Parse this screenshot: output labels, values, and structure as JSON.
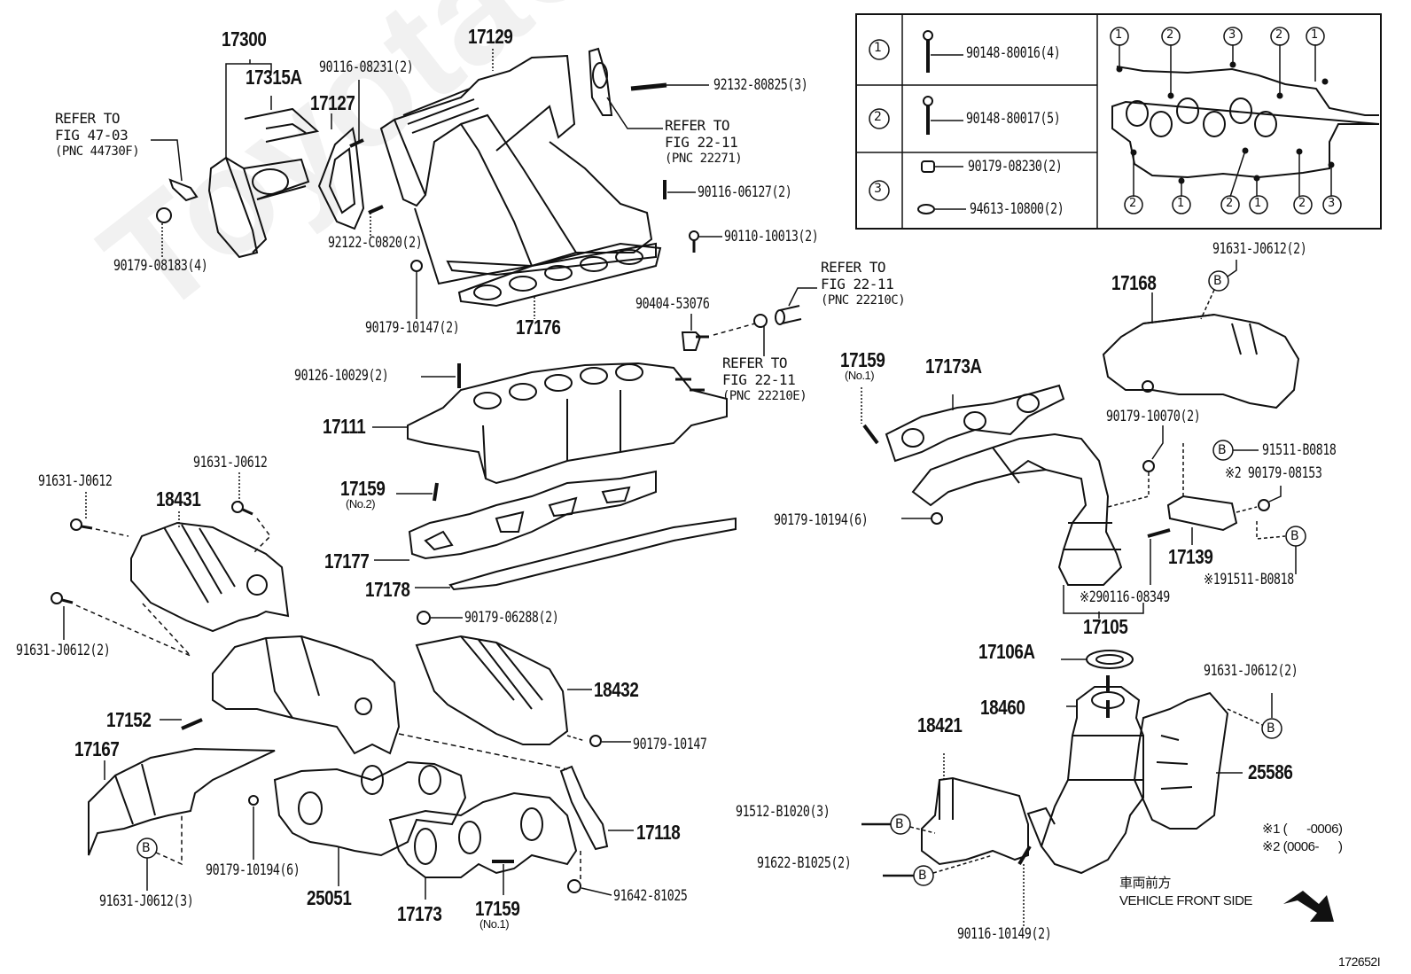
{
  "watermark": "ToyotaCarMine",
  "figure_id": "172652I",
  "direction": {
    "japanese": "車両前方",
    "english": "VEHICLE FRONT SIDE"
  },
  "notes": [
    {
      "mark": "※1",
      "range": "(      -0006)"
    },
    {
      "mark": "※2",
      "range": "(0006-      )"
    }
  ],
  "bolt_legend": {
    "rows": [
      {
        "key": "1",
        "parts": [
          "90148-80016(4)"
        ]
      },
      {
        "key": "2",
        "parts": [
          "90148-80017(5)"
        ]
      },
      {
        "key": "3",
        "parts": [
          "90179-08230(2)",
          "94613-10800(2)"
        ]
      }
    ],
    "gasket_top_callouts": [
      "1",
      "2",
      "3",
      "2",
      "1"
    ],
    "gasket_bottom_callouts": [
      "2",
      "1",
      "2",
      "1",
      "2",
      "3"
    ]
  },
  "labels": {
    "p17300": "17300",
    "p17315A": "17315A",
    "refer_47_03": {
      "line1": "REFER TO",
      "line2": "FIG 47-03",
      "line3": "(PNC 44730F)"
    },
    "p90179_08183": "90179-08183(4)",
    "p17127": "17127",
    "p90116_08231": "90116-08231(2)",
    "p92122_C0820": "92122-C0820(2)",
    "p17129": "17129",
    "p92132_80825": "92132-80825(3)",
    "refer_22271": {
      "line1": "REFER TO",
      "line2": "FIG 22-11",
      "line3": "(PNC 22271)"
    },
    "p90116_06127": "90116-06127(2)",
    "p90110_10013": "90110-10013(2)",
    "p90179_10147_2": "90179-10147(2)",
    "p17176": "17176",
    "p90404_53076": "90404-53076",
    "refer_22210C": {
      "line1": "REFER TO",
      "line2": "FIG 22-11",
      "line3": "(PNC 22210C)"
    },
    "refer_22210E": {
      "line1": "REFER TO",
      "line2": "FIG 22-11",
      "line3": "(PNC 22210E)"
    },
    "p90126_10029": "90126-10029(2)",
    "p17111": "17111",
    "p17159_no2": "17159",
    "p17159_no2_sub": "(No.2)",
    "p17177": "17177",
    "p17178": "17178",
    "p90179_06288": "90179-06288(2)",
    "p91631_J0612_a": "91631-J0612",
    "p91631_J0612_b": "91631-J0612",
    "p18431": "18431",
    "p91631_J0612_2a": "91631-J0612(2)",
    "p17152": "17152",
    "p18432": "18432",
    "p90179_10147": "90179-10147",
    "p17167": "17167",
    "p90179_10194_b": "90179-10194(6)",
    "p25051": "25051",
    "p17173": "17173",
    "p17159_no1_b": "17159",
    "p17159_no1_b_sub": "(No.1)",
    "p17118": "17118",
    "p91642_81025": "91642-81025",
    "p91631_J0612_3": "91631-J0612(3)",
    "p17159_no1_a": "17159",
    "p17159_no1_a_sub": "(No.1)",
    "p17173A": "17173A",
    "p90179_10194_a": "90179-10194(6)",
    "p91631_J0612_2b": "91631-J0612(2)",
    "p17168": "17168",
    "p90179_10070": "90179-10070(2)",
    "p91511_B0818_a": "91511-B0818",
    "p90179_08153": "※2 90179-08153",
    "p17139": "17139",
    "p91511_B0818_b": "※191511-B0818",
    "p90116_08349": "※290116-08349",
    "p17105": "17105",
    "p17106A": "17106A",
    "p18460": "18460",
    "p91631_J0612_2c": "91631-J0612(2)",
    "p25586": "25586",
    "p18421": "18421",
    "p91512_B1020": "91512-B1020(3)",
    "p91622_B1025": "91622-B1025(2)",
    "p90116_10149": "90116-10149(2)",
    "b_marker": "B"
  }
}
